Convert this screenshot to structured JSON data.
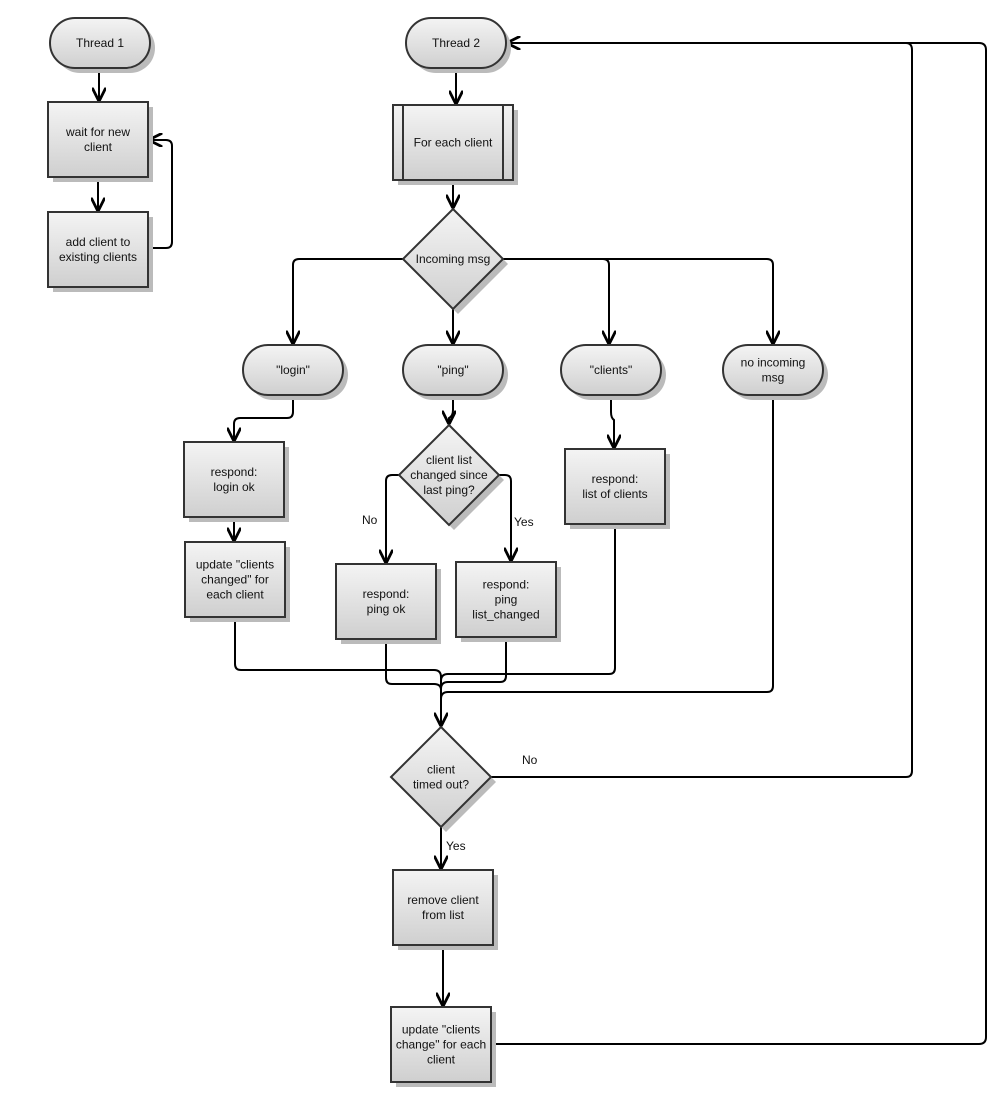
{
  "nodes": {
    "thread1": {
      "lines": [
        "Thread 1"
      ]
    },
    "wait_new_client": {
      "lines": [
        "wait for new",
        "client"
      ]
    },
    "add_client": {
      "lines": [
        "add client to",
        "existing clients"
      ]
    },
    "thread2": {
      "lines": [
        "Thread 2"
      ]
    },
    "for_each_client": {
      "lines": [
        "For each client"
      ]
    },
    "incoming_msg": {
      "lines": [
        "Incoming msg"
      ]
    },
    "login": {
      "lines": [
        "\"login\""
      ]
    },
    "ping": {
      "lines": [
        "\"ping\""
      ]
    },
    "clients": {
      "lines": [
        "\"clients\""
      ]
    },
    "no_incoming": {
      "lines": [
        "no incoming",
        "msg"
      ]
    },
    "respond_login": {
      "lines": [
        "respond:",
        "login ok"
      ]
    },
    "update_clients_changed": {
      "lines": [
        "update \"clients",
        "changed\" for",
        "each client"
      ]
    },
    "client_list_changed": {
      "lines": [
        "client list",
        "changed since",
        "last ping?"
      ]
    },
    "respond_ping_ok": {
      "lines": [
        "respond:",
        "ping ok"
      ]
    },
    "respond_ping_changed": {
      "lines": [
        "respond:",
        "ping",
        "list_changed"
      ]
    },
    "respond_clients": {
      "lines": [
        "respond:",
        "list of clients"
      ]
    },
    "timed_out": {
      "lines": [
        "client",
        "timed out?"
      ]
    },
    "remove_client": {
      "lines": [
        "remove client",
        "from list"
      ]
    },
    "update_clients_change": {
      "lines": [
        "update \"clients",
        "change\" for each",
        "client"
      ]
    }
  },
  "edge_labels": {
    "no_ping": "No",
    "yes_ping": "Yes",
    "no_timeout": "No",
    "yes_timeout": "Yes"
  }
}
